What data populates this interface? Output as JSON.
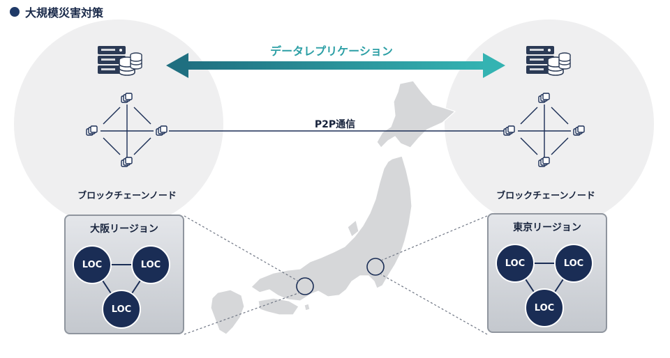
{
  "header": {
    "title": "大規模災害対策"
  },
  "replication": {
    "label": "データレプリケーション"
  },
  "p2p": {
    "label": "P2P通信"
  },
  "nodes": {
    "left": {
      "label": "ブロックチェーンノード"
    },
    "right": {
      "label": "ブロックチェーンノード"
    }
  },
  "regions": {
    "left": {
      "title": "大阪リージョン",
      "locs": [
        "LOC",
        "LOC",
        "LOC"
      ]
    },
    "right": {
      "title": "東京リージョン",
      "locs": [
        "LOC",
        "LOC",
        "LOC"
      ]
    }
  },
  "colors": {
    "navy": "#1a2d55",
    "teal": "#2c9fa5",
    "map": "#d6d7d9",
    "circle": "#efeff0"
  },
  "icons": [
    "server-database-icon",
    "blockchain-network-icon",
    "japan-map"
  ]
}
